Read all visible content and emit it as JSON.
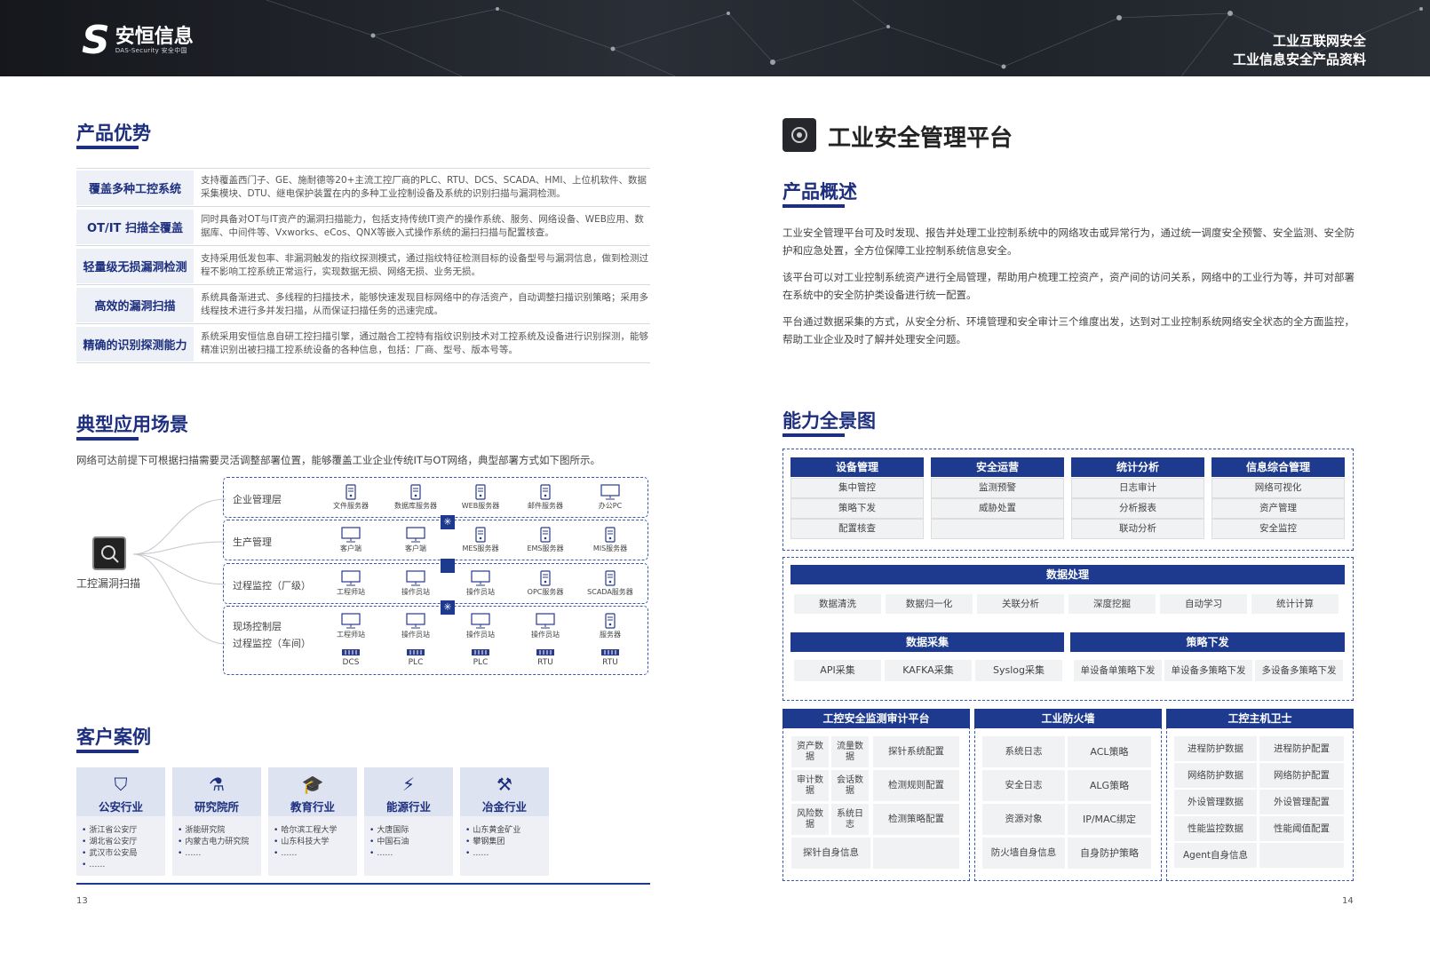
{
  "header": {
    "logo_name": "安恒信息",
    "logo_sub": "DAS-Security 安全中国",
    "title1": "工业互联网安全",
    "title2": "工业信息安全产品资料"
  },
  "left": {
    "advantages": {
      "title": "产品优势",
      "rows": [
        {
          "label": "覆盖多种工控系统",
          "text": "支持覆盖西门子、GE、施耐德等20+主流工控厂商的PLC、RTU、DCS、SCADA、HMI、上位机软件、数据采集模块、DTU、继电保护装置在内的多种工业控制设备及系统的识别扫描与漏洞检测。"
        },
        {
          "label": "OT/IT 扫描全覆盖",
          "text": "同时具备对OT与IT资产的漏洞扫描能力，包括支持传统IT资产的操作系统、服务、网络设备、WEB应用、数据库、中间件等、Vxworks、eCos、QNX等嵌入式操作系统的漏扫扫描与配置核查。"
        },
        {
          "label": "轻量级无损漏洞检测",
          "text": "支持采用低发包率、非漏洞触发的指纹探测模式，通过指纹特征检测目标的设备型号与漏洞信息，做到检测过程不影响工控系统正常运行，实现数据无损、网络无损、业务无损。"
        },
        {
          "label": "高效的漏洞扫描",
          "text": "系统具备渐进式、多线程的扫描技术，能够快速发现目标网络中的存活资产，自动调整扫描识别策略；采用多线程技术进行多并发扫描，从而保证扫描任务的迅速完成。"
        },
        {
          "label": "精确的识别探测能力",
          "text": "系统采用安恒信息自研工控扫描引擎，通过融合工控特有指纹识别技术对工控系统及设备进行识别探测，能够精准识别出被扫描工控系统设备的各种信息，包括：厂商、型号、版本号等。"
        }
      ]
    },
    "scenario": {
      "title": "典型应用场景",
      "desc": "网络可达前提下可根据扫描需要灵活调整部署位置，能够覆盖工业企业传统IT与OT网络，典型部署方式如下图所示。",
      "scanner": "工控漏洞扫描",
      "zones": [
        {
          "labels": [
            "企业管理层"
          ],
          "devices": [
            "文件服务器",
            "数据库服务器",
            "WEB服务器",
            "邮件服务器",
            "办公PC"
          ]
        },
        {
          "labels": [
            "生产管理"
          ],
          "devices": [
            "客户端",
            "客户端",
            "MES服务器",
            "EMS服务器",
            "MIS服务器"
          ]
        },
        {
          "labels": [
            "过程监控（厂级）"
          ],
          "devices": [
            "工程师站",
            "操作员站",
            "操作员站",
            "OPC服务器",
            "SCADA服务器"
          ]
        },
        {
          "labels": [
            "现场控制层",
            "过程监控（车间）"
          ],
          "devices": [
            "工程师站",
            "操作员站",
            "操作员站",
            "操作员站",
            "服务器"
          ],
          "plcs": [
            "DCS",
            "PLC",
            "PLC",
            "RTU",
            "RTU"
          ]
        }
      ]
    },
    "cases": {
      "title": "客户案例",
      "items": [
        {
          "name": "公安行业",
          "icon": "shield-icon",
          "list": [
            "浙江省公安厅",
            "湖北省公安厅",
            "武汉市公安局",
            "……"
          ]
        },
        {
          "name": "研究院所",
          "icon": "microscope-icon",
          "list": [
            "浙能研究院",
            "内蒙古电力研究院",
            "……"
          ]
        },
        {
          "name": "教育行业",
          "icon": "graduation-cap-icon",
          "list": [
            "哈尔滨工程大学",
            "山东科技大学",
            "……"
          ]
        },
        {
          "name": "能源行业",
          "icon": "energy-icon",
          "list": [
            "大唐国际",
            "中国石油",
            "……"
          ]
        },
        {
          "name": "冶金行业",
          "icon": "metal-icon",
          "list": [
            "山东黄金矿业",
            "攀钢集团",
            "……"
          ]
        }
      ]
    },
    "page": "13"
  },
  "right": {
    "product_title": "工业安全管理平台",
    "overview": {
      "title": "产品概述",
      "paras": [
        "工业安全管理平台可及时发现、报告并处理工业控制系统中的网络攻击或异常行为，通过统一调度安全预警、安全监测、安全防护和应急处置，全方位保障工业控制系统信息安全。",
        "该平台可以对工业控制系统资产进行全局管理，帮助用户梳理工控资产，资产间的访问关系，网络中的工业行为等，并可对部署在系统中的安全防护类设备进行统一配置。",
        "平台通过数据采集的方式，从安全分析、环境管理和安全审计三个维度出发，达到对工业控制系统网络安全状态的全方面监控，帮助工业企业及时了解并处理安全问题。"
      ]
    },
    "capability": {
      "title": "能力全景图",
      "top": [
        {
          "head": "设备管理",
          "items": [
            "集中管控",
            "策略下发",
            "配置核查"
          ]
        },
        {
          "head": "安全运营",
          "items": [
            "监测预警",
            "威胁处置",
            ""
          ]
        },
        {
          "head": "统计分析",
          "items": [
            "日志审计",
            "分析报表",
            "联动分析"
          ]
        },
        {
          "head": "信息综合管理",
          "items": [
            "网络可视化",
            "资产管理",
            "安全监控"
          ]
        }
      ],
      "processing": {
        "head": "数据处理",
        "items": [
          "数据清洗",
          "数据归一化",
          "关联分析",
          "深度挖掘",
          "自动学习",
          "统计计算"
        ]
      },
      "collect": {
        "head": "数据采集",
        "items": [
          "API采集",
          "KAFKA采集",
          "Syslog采集"
        ]
      },
      "policy": {
        "head": "策略下发",
        "items": [
          "单设备单策略下发",
          "单设备多策略下发",
          "多设备多策略下发"
        ]
      },
      "audit": {
        "head": "工控安全监测审计平台",
        "grid": [
          "资产数据",
          "流量数据",
          "审计数据",
          "会话数据",
          "风险数据",
          "系统日志"
        ],
        "right": [
          "探针系统配置",
          "检测规则配置",
          "检测策略配置"
        ],
        "bottom": "探针自身信息"
      },
      "firewall": {
        "head": "工业防火墙",
        "left": [
          "系统日志",
          "安全日志",
          "资源对象",
          "防火墙自身信息"
        ],
        "right": [
          "ACL策略",
          "ALG策略",
          "IP/MAC绑定",
          "自身防护策略"
        ]
      },
      "host": {
        "head": "工控主机卫士",
        "left": [
          "进程防护数据",
          "网络防护数据",
          "外设管理数据",
          "性能监控数据",
          "Agent自身信息"
        ],
        "right": [
          "进程防护配置",
          "网络防护配置",
          "外设管理配置",
          "性能阈值配置",
          ""
        ]
      }
    },
    "page": "14"
  },
  "colors": {
    "navy": "#1d2f7e",
    "band": "#1d3a8f",
    "cellbg": "#f1f2f4"
  }
}
